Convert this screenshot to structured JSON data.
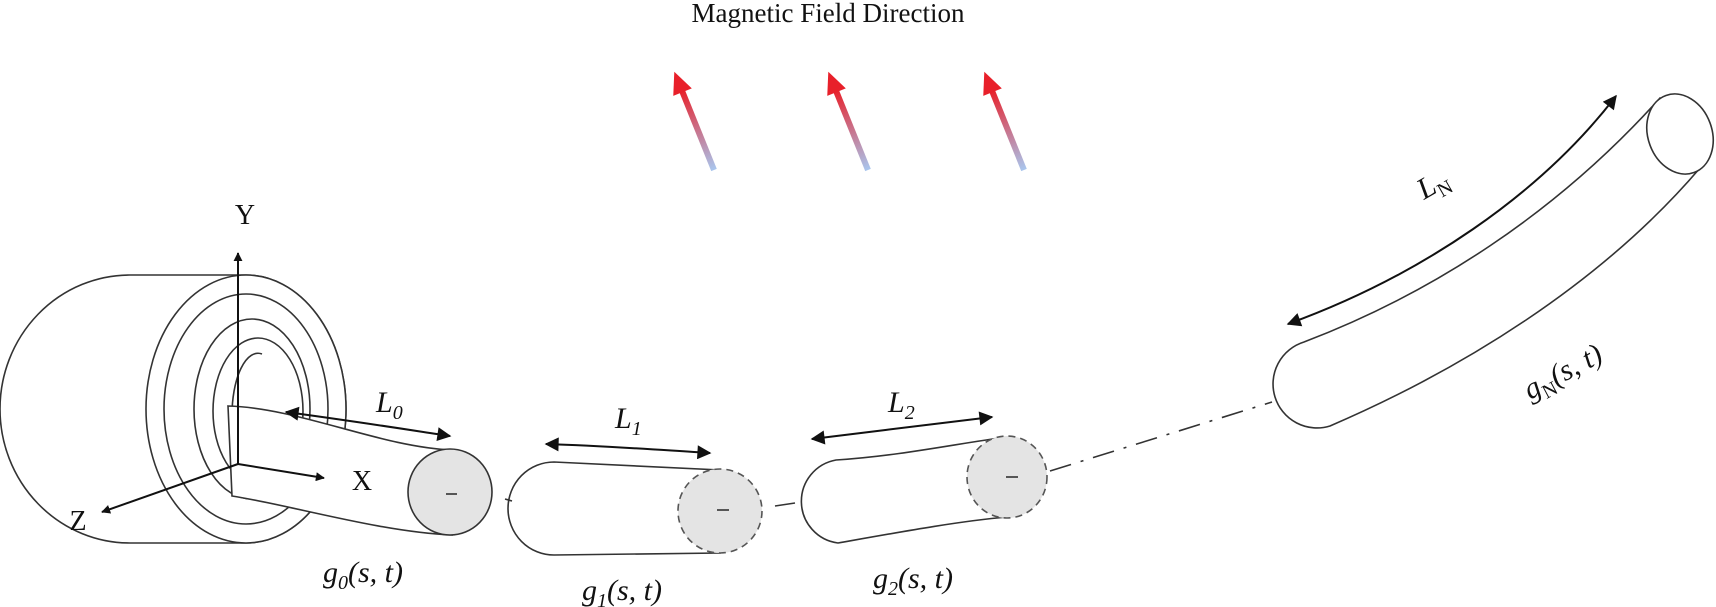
{
  "title": "Magnetic Field Direction",
  "axes": {
    "y": "Y",
    "x": "X",
    "z": "Z"
  },
  "lengths": {
    "l0": {
      "base": "L",
      "sub": "0"
    },
    "l1": {
      "base": "L",
      "sub": "1"
    },
    "l2": {
      "base": "L",
      "sub": "2"
    },
    "ln": {
      "base": "L",
      "sub": "N"
    }
  },
  "segments": {
    "g0": {
      "base": "g",
      "sub": "0",
      "args": "(s, t)"
    },
    "g1": {
      "base": "g",
      "sub": "1",
      "args": "(s, t)"
    },
    "g2": {
      "base": "g",
      "sub": "2",
      "args": "(s, t)"
    },
    "gn": {
      "base": "g",
      "sub": "N",
      "args": "(s, t)"
    }
  },
  "colors": {
    "field_arrow_head": "#e8202a",
    "field_arrow_tail": "#a9c6ee",
    "end_cap_fill": "#e4e4e4",
    "outline": "#333333"
  }
}
